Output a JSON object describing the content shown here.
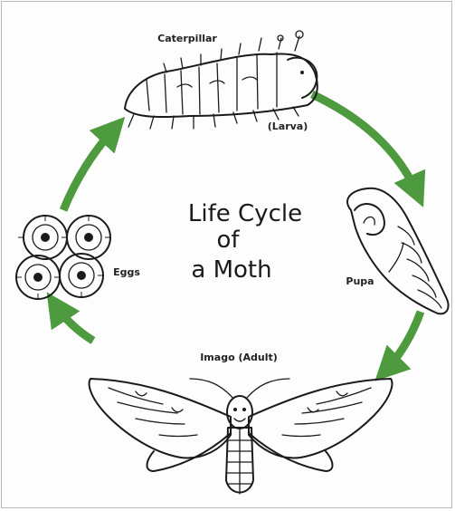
{
  "title_lines": [
    "Life Cycle",
    "of",
    "a Moth"
  ],
  "stages": {
    "caterpillar": "Caterpillar",
    "larva": "(Larva)",
    "pupa": "Pupa",
    "imago": "Imago (Adult)",
    "eggs": "Eggs"
  },
  "colors": {
    "arrow": "#4e9a3e",
    "ink": "#1b1b1b",
    "border": "#b9b9b9"
  }
}
